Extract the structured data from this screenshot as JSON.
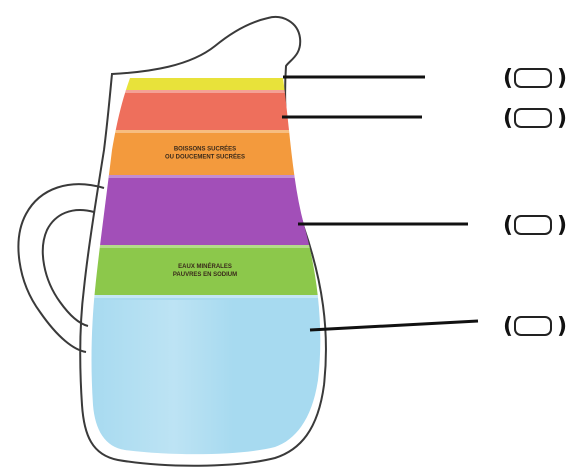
{
  "diagram": {
    "layers": [
      {
        "id": "layer-1",
        "color": "#e8e23a",
        "text": ""
      },
      {
        "id": "layer-2",
        "color": "#ee6f5c",
        "text": ""
      },
      {
        "id": "layer-3",
        "color": "#f39a3d",
        "text": "BOISSONS SUCRÉES\nOU DOUCEMENT SUCRÉES"
      },
      {
        "id": "layer-4",
        "color": "#a24fb8",
        "text": ""
      },
      {
        "id": "layer-5",
        "color": "#8cc84b",
        "text": "EAUX MINÉRALES\nPAUVRES EN SODIUM"
      },
      {
        "id": "layer-6",
        "color": "#a7daf0",
        "text": ""
      }
    ],
    "answers": [
      {
        "open": "(",
        "value": "",
        "close": ")"
      },
      {
        "open": "(",
        "value": "",
        "close": ")"
      },
      {
        "open": "(",
        "value": "",
        "close": ")"
      },
      {
        "open": "(",
        "value": "",
        "close": ")"
      }
    ]
  }
}
